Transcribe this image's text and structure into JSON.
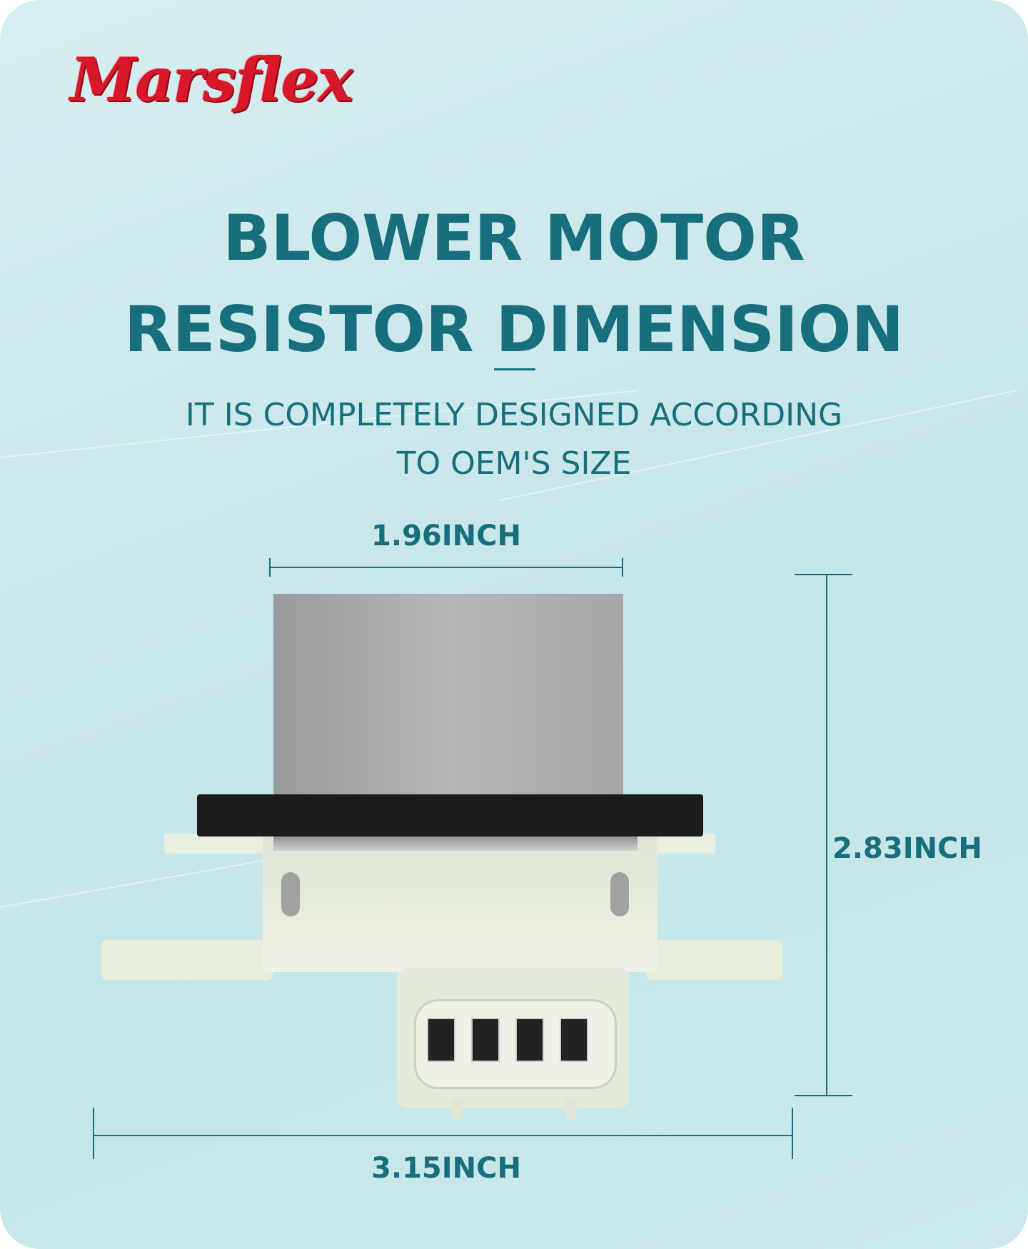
{
  "brand": {
    "logo_text": "Marsflex",
    "color": "#d8182a"
  },
  "title": {
    "line1": "BLOWER MOTOR",
    "line2": "RESISTOR DIMENSION"
  },
  "subtitle": {
    "line1": "IT IS COMPLETELY DESIGNED ACCORDING",
    "line2": "TO OEM'S SIZE"
  },
  "dimensions": {
    "top_width": "1.96INCH",
    "height": "2.83INCH",
    "bottom_width": "3.15INCH"
  },
  "colors": {
    "accent": "#176e7c"
  }
}
